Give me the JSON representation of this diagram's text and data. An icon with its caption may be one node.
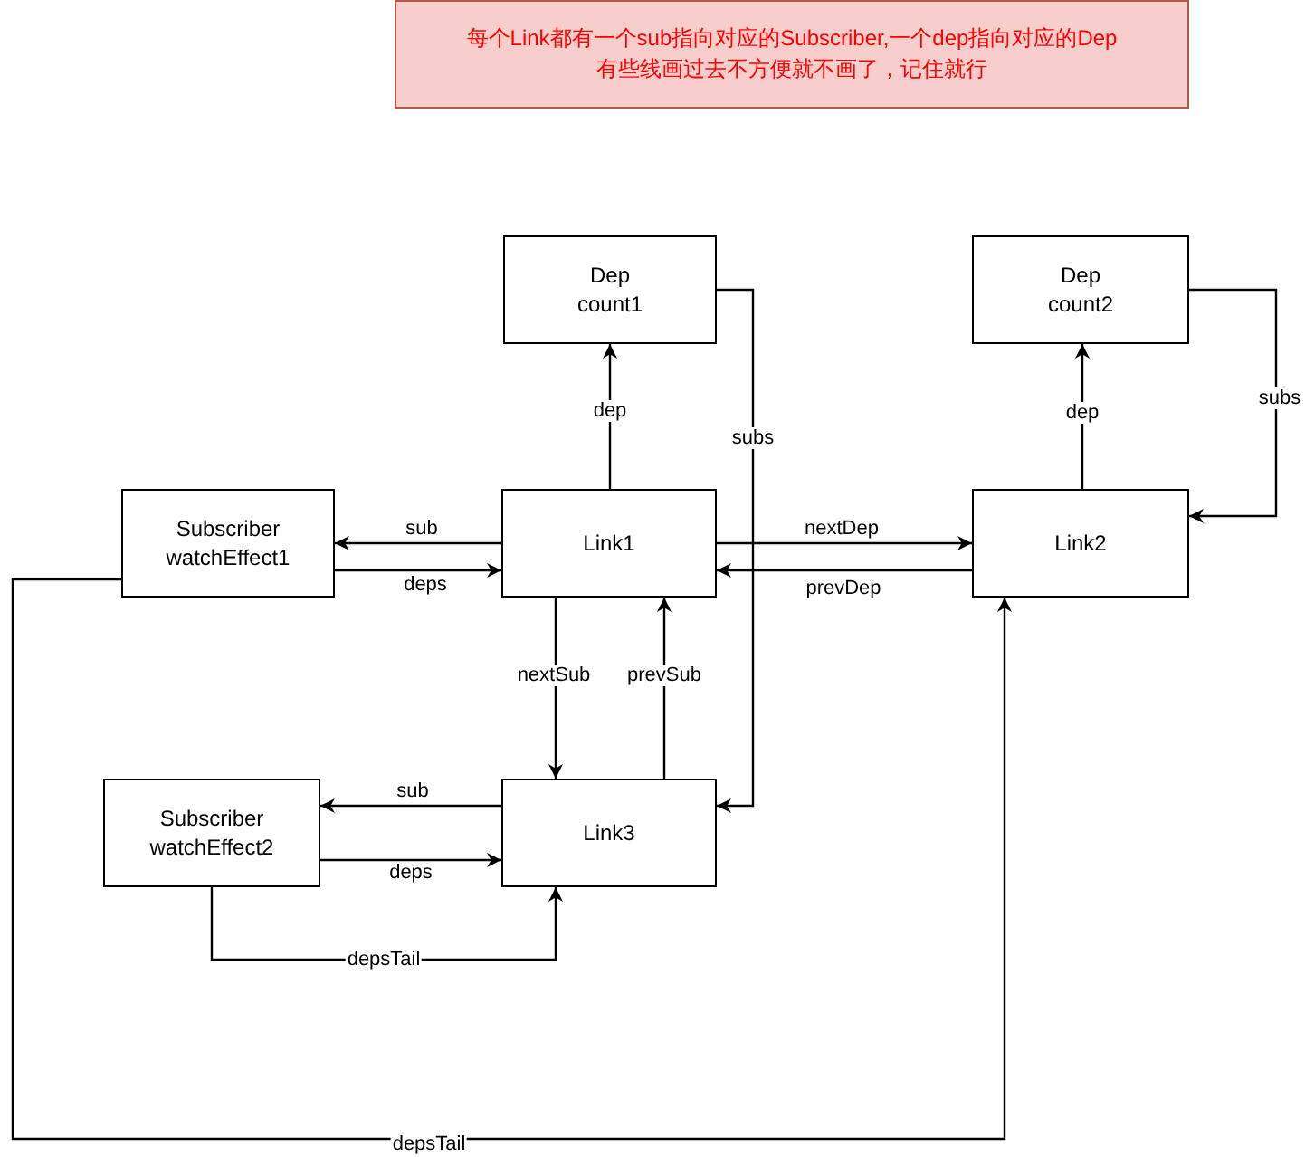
{
  "diagram": {
    "nodes": [
      {
        "text": [
          "每个Link都有一个sub指向对应的Subscriber,一个dep指向对应的Dep",
          "有些线画过去不方便就不画了，记住就行"
        ]
      },
      {
        "text": [
          "Dep",
          "count1"
        ]
      },
      {
        "text": [
          "Dep",
          "count2"
        ]
      },
      {
        "text": [
          "Subscriber",
          "watchEffect1"
        ]
      },
      {
        "text": [
          "Link1"
        ]
      },
      {
        "text": [
          "Link2"
        ]
      },
      {
        "text": [
          "Subscriber",
          "watchEffect2"
        ]
      },
      {
        "text": [
          "Link3"
        ]
      }
    ],
    "edges": [
      {
        "from": 4,
        "to": 1,
        "arrow": "to",
        "label": "dep"
      },
      {
        "from": 1,
        "to": 7,
        "arrow": "to",
        "label": "subs"
      },
      {
        "from": 5,
        "to": 2,
        "arrow": "to",
        "label": "dep"
      },
      {
        "from": 2,
        "to": 5,
        "arrow": "to",
        "label": "subs"
      },
      {
        "from": 4,
        "to": 3,
        "arrow": "to",
        "label": "sub"
      },
      {
        "from": 3,
        "to": 4,
        "arrow": "to",
        "label": "deps"
      },
      {
        "from": 4,
        "to": 5,
        "arrow": "to",
        "label": "nextDep"
      },
      {
        "from": 5,
        "to": 4,
        "arrow": "to",
        "label": "prevDep"
      },
      {
        "from": 4,
        "to": 7,
        "arrow": "to",
        "label": "nextSub"
      },
      {
        "from": 7,
        "to": 4,
        "arrow": "to",
        "label": "prevSub"
      },
      {
        "from": 7,
        "to": 6,
        "arrow": "to",
        "label": "sub"
      },
      {
        "from": 6,
        "to": 7,
        "arrow": "to",
        "label": "deps"
      },
      {
        "from": 6,
        "to": 7,
        "arrow": "to",
        "label": "depsTail"
      },
      {
        "from": 3,
        "to": 5,
        "arrow": "to",
        "label": "depsTail"
      }
    ]
  }
}
